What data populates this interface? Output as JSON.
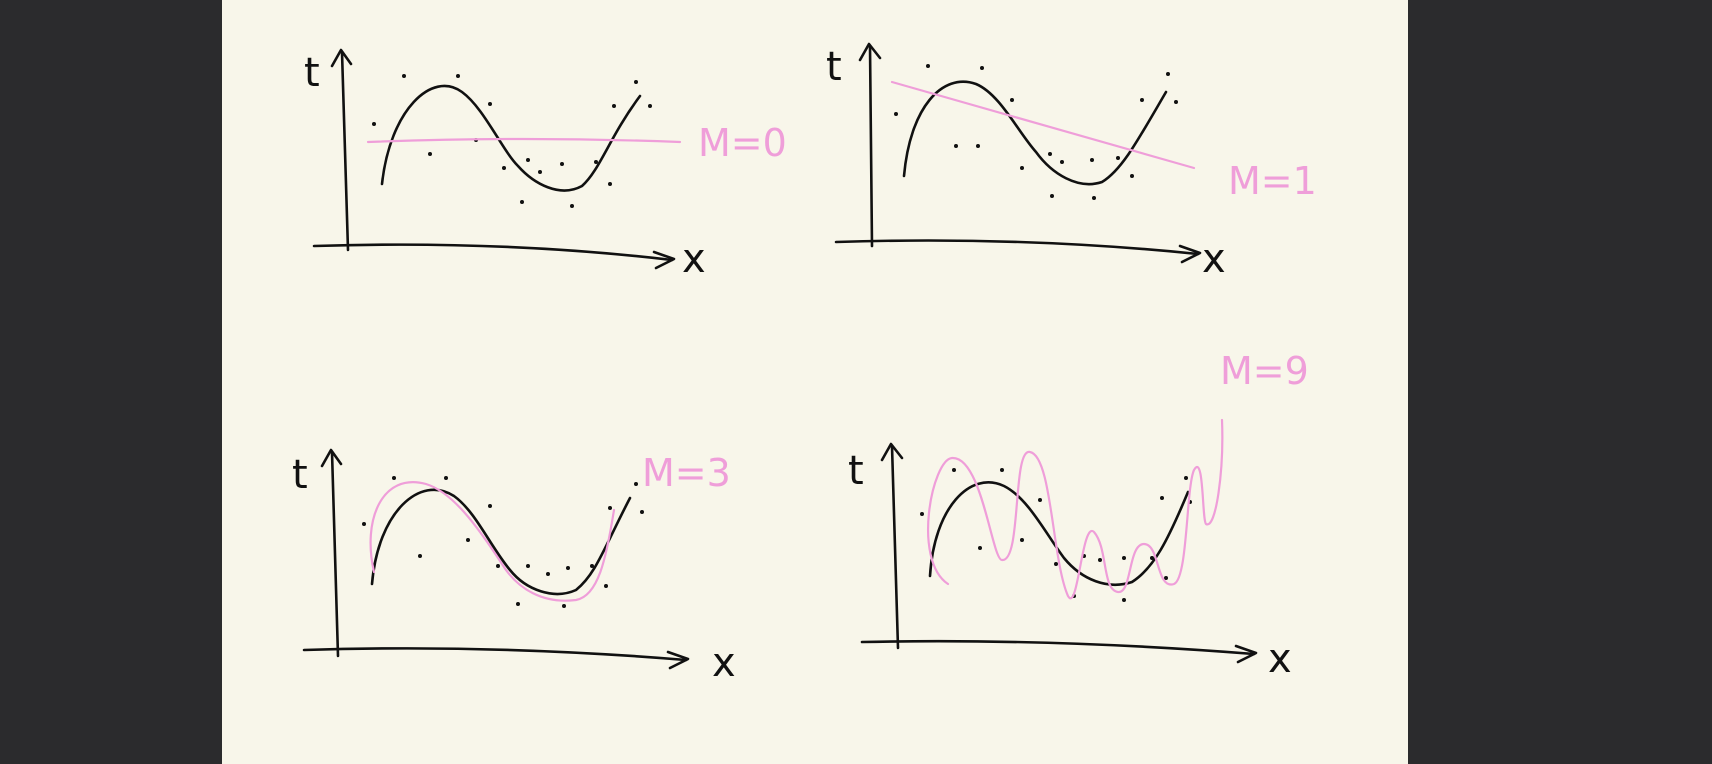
{
  "colors": {
    "background": "#2b2b2d",
    "paper": "#f8f6ea",
    "ink": "#111111",
    "fit": "#ef9ed9"
  },
  "panels": [
    {
      "y_axis_label": "t",
      "x_axis_label": "x",
      "model_label": "M=0"
    },
    {
      "y_axis_label": "t",
      "x_axis_label": "x",
      "model_label": "M=1"
    },
    {
      "y_axis_label": "t",
      "x_axis_label": "x",
      "model_label": "M=3"
    },
    {
      "y_axis_label": "t",
      "x_axis_label": "x",
      "model_label": "M=9"
    }
  ]
}
